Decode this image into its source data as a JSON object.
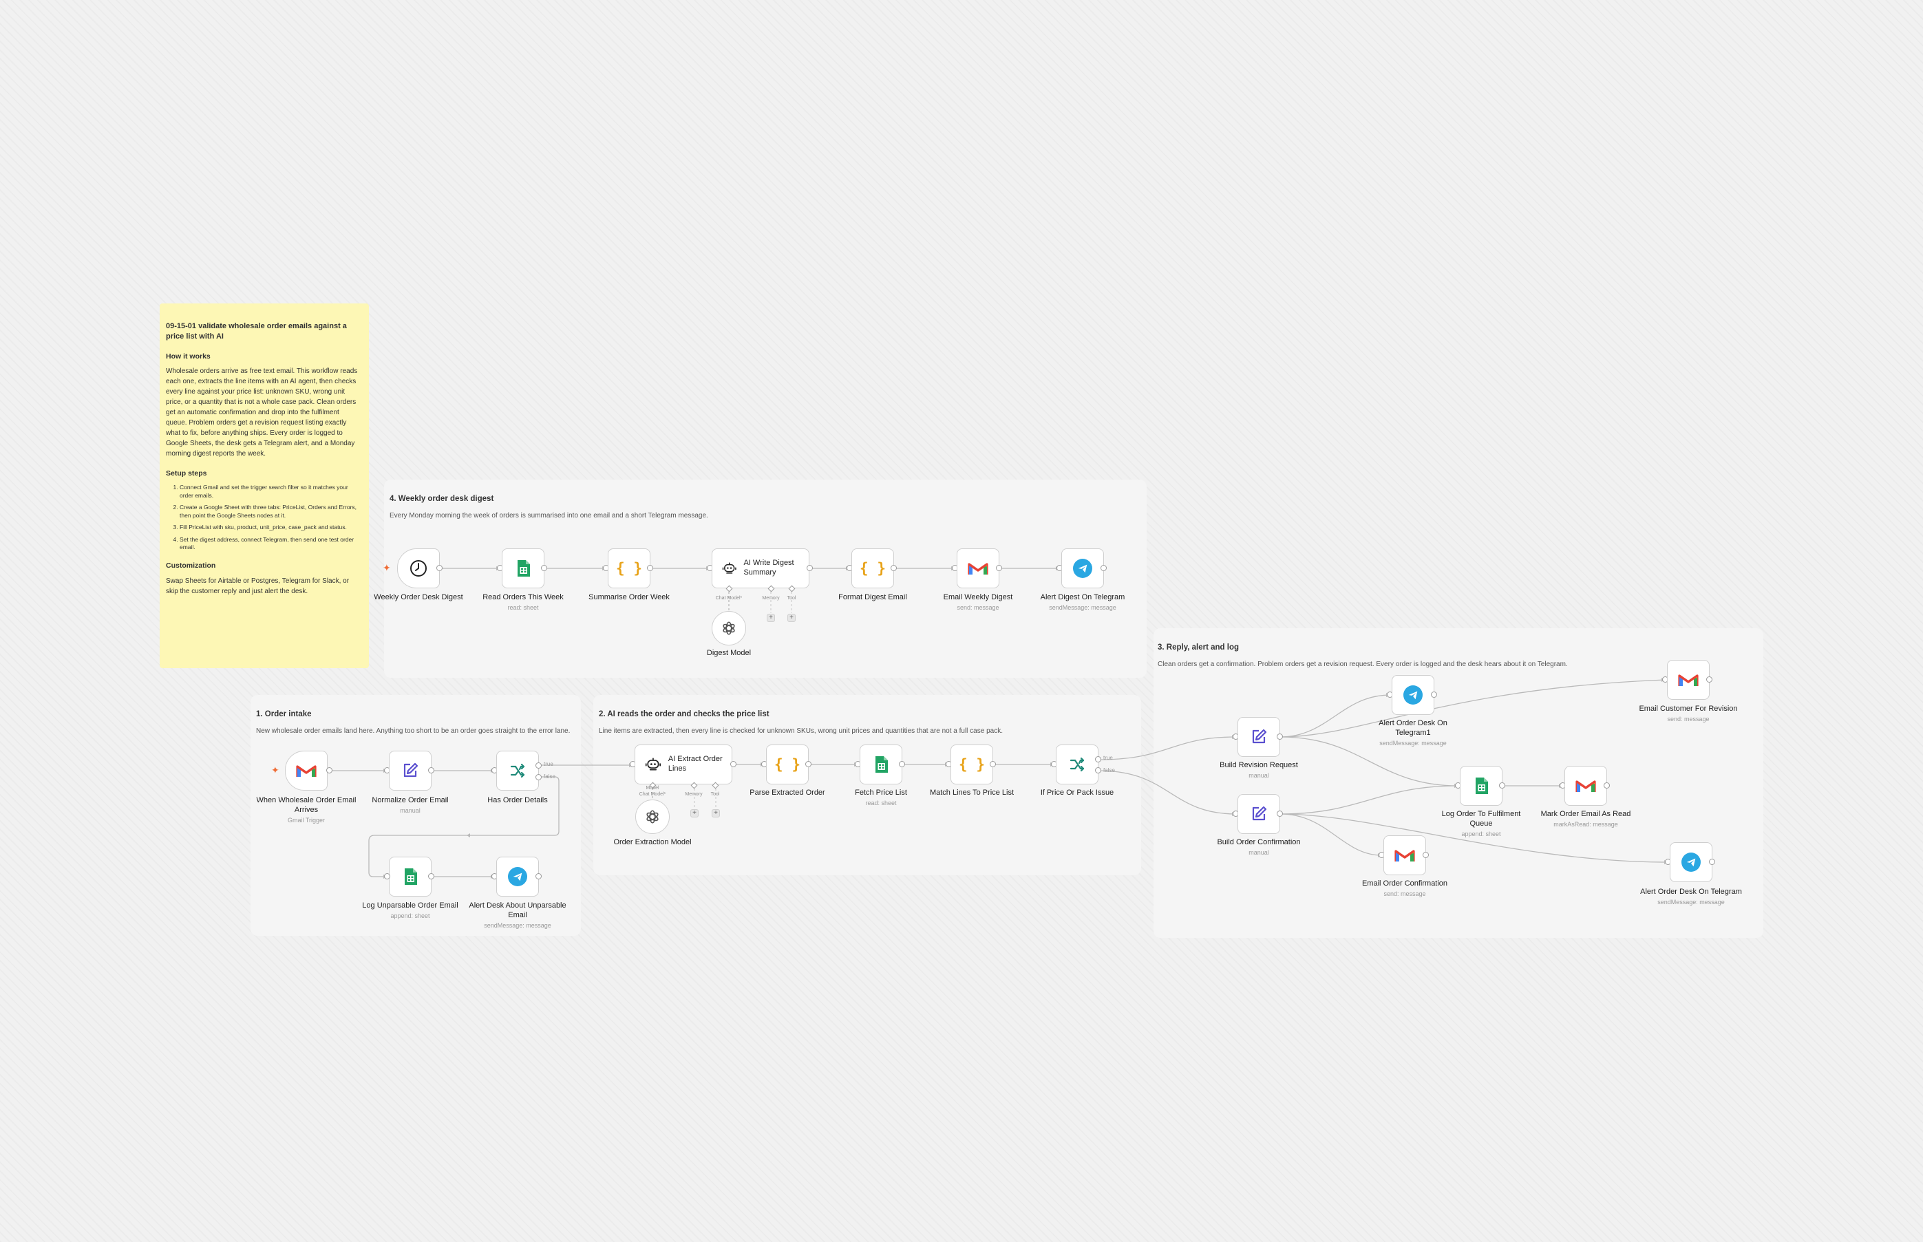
{
  "sticky": {
    "title": "09-15-01 validate wholesale order emails against a price list with AI",
    "how_heading": "How it works",
    "how_text": "Wholesale orders arrive as free text email. This workflow reads each one, extracts the line items with an AI agent, then checks every line against your price list: unknown SKU, wrong unit price, or a quantity that is not a whole case pack. Clean orders get an automatic confirmation and drop into the fulfilment queue. Problem orders get a revision request listing exactly what to fix, before anything ships. Every order is logged to Google Sheets, the desk gets a Telegram alert, and a Monday morning digest reports the week.",
    "setup_heading": "Setup steps",
    "setup_steps": [
      "Connect Gmail and set the trigger search filter so it matches your order emails.",
      "Create a Google Sheet with three tabs: PriceList, Orders and Errors, then point the Google Sheets nodes at it.",
      "Fill PriceList with sku, product, unit_price, case_pack and status.",
      "Set the digest address, connect Telegram, then send one test order email."
    ],
    "custom_heading": "Customization",
    "custom_text": "Swap Sheets for Airtable or Postgres, Telegram for Slack, or skip the customer reply and just alert the desk."
  },
  "groups": {
    "weekly": {
      "title": "4. Weekly order desk digest",
      "desc": "Every Monday morning the week of orders is summarised into one email and a short Telegram message."
    },
    "intake": {
      "title": "1. Order intake",
      "desc": "New wholesale order emails land here. Anything too short to be an order goes straight to the error lane."
    },
    "ai": {
      "title": "2. AI reads the order and checks the price list",
      "desc": "Line items are extracted, then every line is checked for unknown SKUs, wrong unit prices and quantities that are not a full case pack."
    },
    "reply": {
      "title": "3. Reply, alert and log",
      "desc": "Clean orders get a confirmation. Problem orders get a revision request. Every order is logged and the desk hears about it on Telegram."
    }
  },
  "nodes": {
    "weekly_trigger": {
      "label": "Weekly Order Desk Digest",
      "icon": "clock-icon"
    },
    "read_orders": {
      "label": "Read Orders This Week",
      "sub": "read: sheet",
      "icon": "google-sheets-icon"
    },
    "summarise": {
      "label": "Summarise Order Week",
      "icon": "code-braces-icon"
    },
    "ai_digest": {
      "label": "AI Write Digest Summary",
      "icon": "ai-agent-icon"
    },
    "digest_model": {
      "label": "Digest Model",
      "icon": "openai-icon"
    },
    "format_digest": {
      "label": "Format Digest Email",
      "icon": "code-braces-icon"
    },
    "email_digest": {
      "label": "Email Weekly Digest",
      "sub": "send: message",
      "icon": "gmail-icon"
    },
    "alert_digest": {
      "label": "Alert Digest On Telegram",
      "sub": "sendMessage: message",
      "icon": "telegram-icon"
    },
    "gmail_trigger": {
      "label": "When Wholesale Order Email Arrives",
      "sub": "Gmail Trigger",
      "icon": "gmail-icon"
    },
    "normalize": {
      "label": "Normalize Order Email",
      "sub": "manual",
      "icon": "edit-icon"
    },
    "has_details": {
      "label": "Has Order Details",
      "icon": "if-branch-icon"
    },
    "log_unparsable": {
      "label": "Log Unparsable Order Email",
      "sub": "append: sheet",
      "icon": "google-sheets-icon"
    },
    "alert_unparsable": {
      "label": "Alert Desk About Unparsable Email",
      "sub": "sendMessage: message",
      "icon": "telegram-icon"
    },
    "ai_extract": {
      "label": "AI Extract Order Lines",
      "icon": "ai-agent-icon"
    },
    "extraction_model": {
      "label": "Order Extraction Model",
      "icon": "openai-icon"
    },
    "parse_extracted": {
      "label": "Parse Extracted Order",
      "icon": "code-braces-icon"
    },
    "fetch_price": {
      "label": "Fetch Price List",
      "sub": "read: sheet",
      "icon": "google-sheets-icon"
    },
    "match_lines": {
      "label": "Match Lines To Price List",
      "icon": "code-braces-icon"
    },
    "if_issue": {
      "label": "If Price Or Pack Issue",
      "icon": "if-branch-icon"
    },
    "build_revision": {
      "label": "Build Revision Request",
      "sub": "manual",
      "icon": "edit-icon"
    },
    "build_confirmation": {
      "label": "Build Order Confirmation",
      "sub": "manual",
      "icon": "edit-icon"
    },
    "alert_telegram1": {
      "label": "Alert Order Desk On Telegram1",
      "sub": "sendMessage: message",
      "icon": "telegram-icon"
    },
    "email_revision": {
      "label": "Email Customer For Revision",
      "sub": "send: message",
      "icon": "gmail-icon"
    },
    "log_fulfilment": {
      "label": "Log Order To Fulfilment Queue",
      "sub": "append: sheet",
      "icon": "google-sheets-icon"
    },
    "mark_read": {
      "label": "Mark Order Email As Read",
      "sub": "markAsRead: message",
      "icon": "gmail-icon"
    },
    "email_confirmation": {
      "label": "Email Order Confirmation",
      "sub": "send: message",
      "icon": "gmail-icon"
    },
    "alert_telegram": {
      "label": "Alert Order Desk On Telegram",
      "sub": "sendMessage: message",
      "icon": "telegram-icon"
    }
  },
  "ports": {
    "chat_model": "Chat Model*",
    "memory": "Memory",
    "tool": "Tool",
    "model": "Model",
    "true": "true",
    "false": "false"
  },
  "colors": {
    "canvas": "#f1f1f1",
    "group": "#f5f5f5",
    "sticky": "#fdf7b5",
    "sheets_green": "#21a464",
    "code_orange": "#e8a31a",
    "telegram_blue": "#2aa7e2",
    "edit_purple": "#5a4fcf",
    "if_teal": "#1f8a79",
    "trigger_orange": "#ef6c35"
  }
}
